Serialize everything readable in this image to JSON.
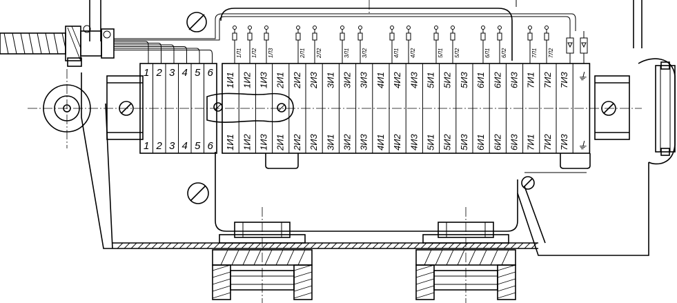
{
  "left_terminals": {
    "top_labels": [
      "1",
      "2",
      "3",
      "4",
      "5",
      "6"
    ],
    "bottom_labels": [
      "1",
      "2",
      "3",
      "4",
      "5",
      "6"
    ]
  },
  "right_terminals": {
    "top_labels": [
      "1И1",
      "1И2",
      "1И3",
      "2И1",
      "2И2",
      "2И3",
      "3И1",
      "3И2",
      "3И3",
      "4И1",
      "4И2",
      "4И3",
      "5И1",
      "5И2",
      "5И3",
      "6И1",
      "6И2",
      "6И3",
      "7И1",
      "7И2",
      "7И3"
    ],
    "bottom_labels": [
      "1И1",
      "1И2",
      "1И3",
      "2И1",
      "2И2",
      "2И3",
      "3И1",
      "3И2",
      "3И3",
      "4И1",
      "4И2",
      "4И3",
      "5И1",
      "5И2",
      "5И3",
      "6И1",
      "6И2",
      "6И3",
      "7И1",
      "7И2",
      "7И3"
    ]
  },
  "resistor_labels": [
    "1Л1",
    "1Л2",
    "1Л3",
    "2Л1",
    "2Л2",
    "3Л1",
    "3Л2",
    "4Л1",
    "4Л2",
    "5Л1",
    "5Л2",
    "6Л1",
    "6Л2",
    "7Л1",
    "7Л2"
  ],
  "ground_symbol": "⏚"
}
